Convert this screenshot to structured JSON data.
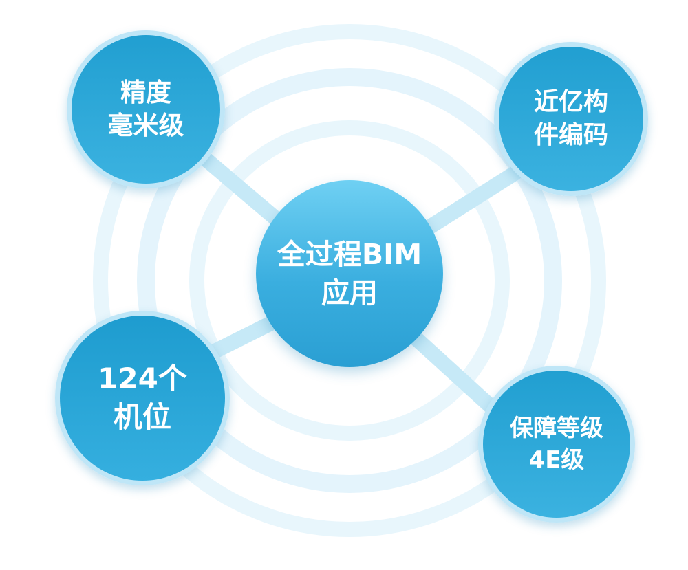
{
  "center": {
    "line1": "全过程BIM",
    "line2": "应用"
  },
  "nodes": {
    "top_left": {
      "line1": "精度",
      "line2": "毫米级"
    },
    "top_right": {
      "line1": "近亿构",
      "line2": "件编码"
    },
    "bottom_left": {
      "line1": "124个",
      "line2": "机位"
    },
    "bottom_right": {
      "line1": "保障等级",
      "line2": "4E级"
    }
  },
  "colors": {
    "node_fill": "#2aa4d6",
    "node_ring": "#bfe6f7",
    "center_fill": "#4fbfe9",
    "connector": "#c6e9f7",
    "ripple": "#e3f4fc",
    "text": "#ffffff"
  }
}
